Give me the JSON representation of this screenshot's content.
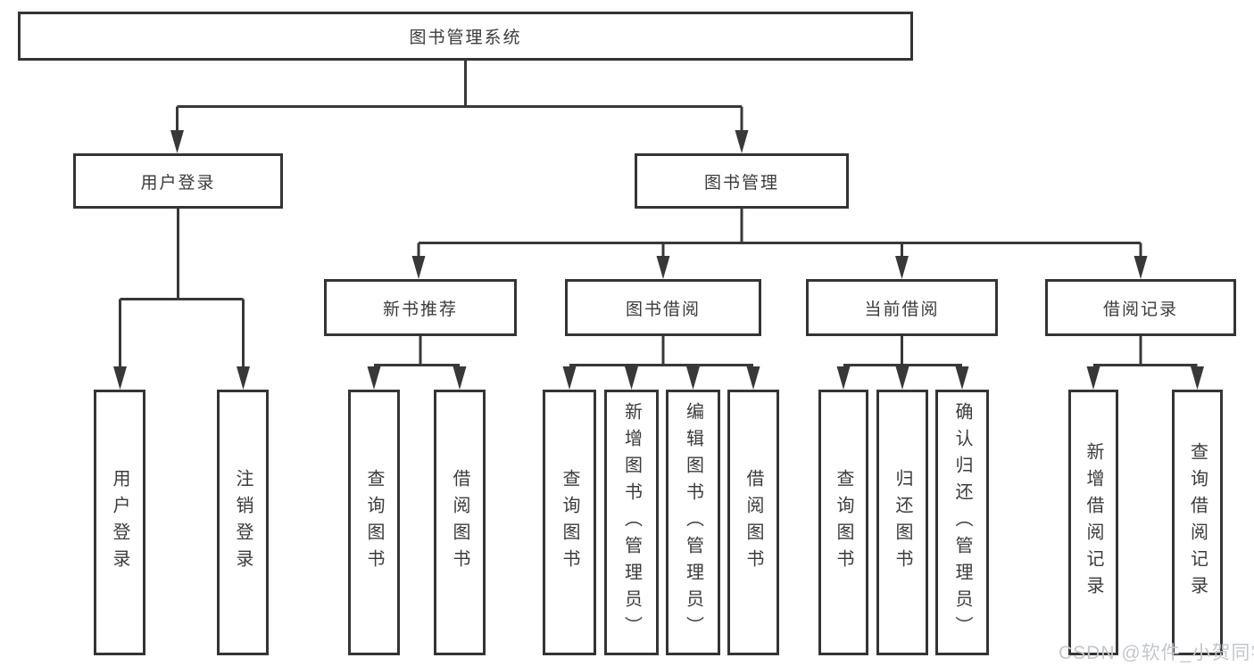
{
  "tree": {
    "root": "图书管理系统",
    "branches": [
      {
        "label": "用户登录",
        "children": [
          "用户登录",
          "注销登录"
        ]
      },
      {
        "label": "图书管理",
        "groups": [
          {
            "label": "新书推荐",
            "children": [
              "查询图书",
              "借阅图书"
            ]
          },
          {
            "label": "图书借阅",
            "children": [
              "查询图书",
              "新增图书（管理员）",
              "编辑图书（管理员）",
              "借阅图书"
            ]
          },
          {
            "label": "当前借阅",
            "children": [
              "查询图书",
              "归还图书",
              "确认归还（管理员）"
            ]
          },
          {
            "label": "借阅记录",
            "children": [
              "新增借阅记录",
              "查询借阅记录"
            ]
          }
        ]
      }
    ]
  },
  "watermark": "CSDN @软件_小贺同学",
  "colors": {
    "line": "#383838",
    "border": "#343434",
    "text": "#3b3b3b",
    "background": "#ffffff",
    "watermark": "#c3c7cc"
  }
}
